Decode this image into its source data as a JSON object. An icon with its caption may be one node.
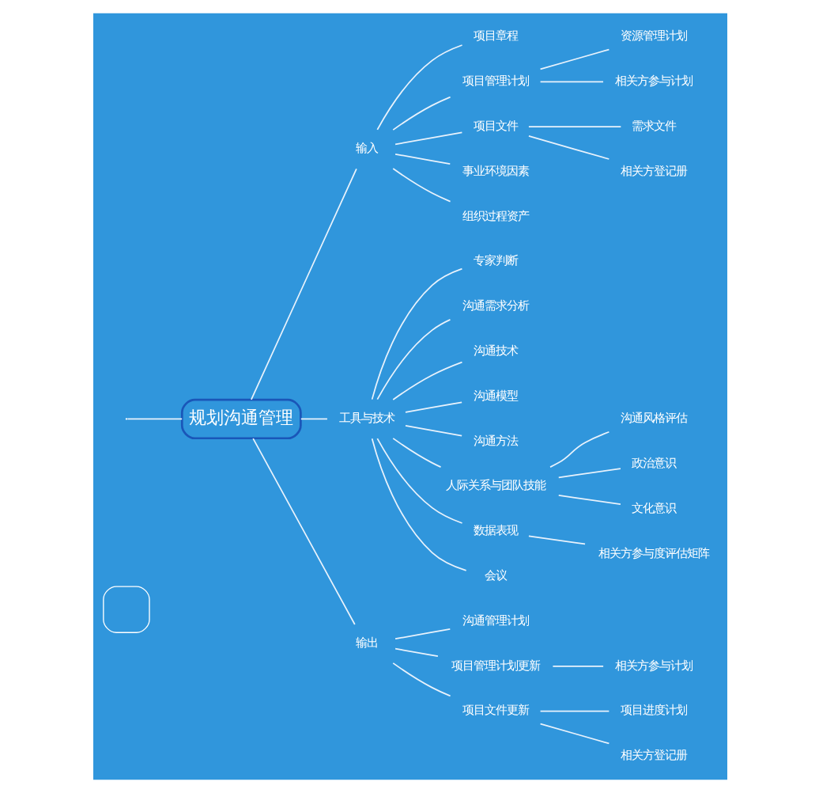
{
  "diagram": {
    "nodes": [
      {
        "text": [
          "规划沟通管理"
        ]
      },
      {
        "text": [
          "输入"
        ]
      },
      {
        "text": [
          "项目章程"
        ]
      },
      {
        "text": [
          "项目管理计划"
        ]
      },
      {
        "text": [
          "资源管理计划"
        ]
      },
      {
        "text": [
          "相关方参与计划"
        ]
      },
      {
        "text": [
          "项目文件"
        ]
      },
      {
        "text": [
          "需求文件"
        ]
      },
      {
        "text": [
          "相关方登记册"
        ]
      },
      {
        "text": [
          "事业环境因素"
        ]
      },
      {
        "text": [
          "组织过程资产"
        ]
      },
      {
        "text": [
          "工具与技术"
        ]
      },
      {
        "text": [
          "专家判断"
        ]
      },
      {
        "text": [
          "沟通需求分析"
        ]
      },
      {
        "text": [
          "沟通技术"
        ]
      },
      {
        "text": [
          "沟通模型"
        ]
      },
      {
        "text": [
          "沟通方法"
        ]
      },
      {
        "text": [
          "人际关系与团队技能"
        ]
      },
      {
        "text": [
          "沟通风格评估"
        ]
      },
      {
        "text": [
          "政治意识"
        ]
      },
      {
        "text": [
          "文化意识"
        ]
      },
      {
        "text": [
          "数据表现"
        ]
      },
      {
        "text": [
          "相关方参与度评估矩阵"
        ]
      },
      {
        "text": [
          "会议"
        ]
      },
      {
        "text": [
          "输出"
        ]
      },
      {
        "text": [
          "沟通管理计划"
        ]
      },
      {
        "text": [
          "项目管理计划更新"
        ]
      },
      {
        "text": [
          "相关方参与计划"
        ]
      },
      {
        "text": [
          "项目文件更新"
        ]
      },
      {
        "text": [
          "项目进度计划"
        ]
      },
      {
        "text": [
          "相关方登记册"
        ]
      },
      {
        "text": [],
        "shape": "box"
      }
    ],
    "edges": [
      {
        "from": null,
        "to": 0,
        "arrow": "none"
      },
      {
        "from": 0,
        "to": 1,
        "arrow": "none"
      },
      {
        "from": 1,
        "to": 2,
        "arrow": "none"
      },
      {
        "from": 1,
        "to": 3,
        "arrow": "none"
      },
      {
        "from": 3,
        "to": 4,
        "arrow": "none"
      },
      {
        "from": 3,
        "to": 5,
        "arrow": "none"
      },
      {
        "from": 1,
        "to": 6,
        "arrow": "none"
      },
      {
        "from": 6,
        "to": 7,
        "arrow": "none"
      },
      {
        "from": 6,
        "to": 8,
        "arrow": "none"
      },
      {
        "from": 1,
        "to": 9,
        "arrow": "none"
      },
      {
        "from": 1,
        "to": 10,
        "arrow": "none"
      },
      {
        "from": 0,
        "to": 11,
        "arrow": "none"
      },
      {
        "from": 11,
        "to": 12,
        "arrow": "none"
      },
      {
        "from": 11,
        "to": 13,
        "arrow": "none"
      },
      {
        "from": 11,
        "to": 14,
        "arrow": "none"
      },
      {
        "from": 11,
        "to": 15,
        "arrow": "none"
      },
      {
        "from": 11,
        "to": 16,
        "arrow": "none"
      },
      {
        "from": 11,
        "to": 17,
        "arrow": "none"
      },
      {
        "from": 17,
        "to": 18,
        "arrow": "none"
      },
      {
        "from": 17,
        "to": 19,
        "arrow": "none"
      },
      {
        "from": 17,
        "to": 20,
        "arrow": "none"
      },
      {
        "from": 11,
        "to": 21,
        "arrow": "none"
      },
      {
        "from": 21,
        "to": 22,
        "arrow": "none"
      },
      {
        "from": 11,
        "to": 23,
        "arrow": "none"
      },
      {
        "from": 0,
        "to": 24,
        "arrow": "none"
      },
      {
        "from": 24,
        "to": 25,
        "arrow": "none"
      },
      {
        "from": 24,
        "to": 26,
        "arrow": "none"
      },
      {
        "from": 26,
        "to": 27,
        "arrow": "none"
      },
      {
        "from": 24,
        "to": 28,
        "arrow": "none"
      },
      {
        "from": 28,
        "to": 29,
        "arrow": "none"
      },
      {
        "from": 28,
        "to": 30,
        "arrow": "none"
      }
    ]
  }
}
